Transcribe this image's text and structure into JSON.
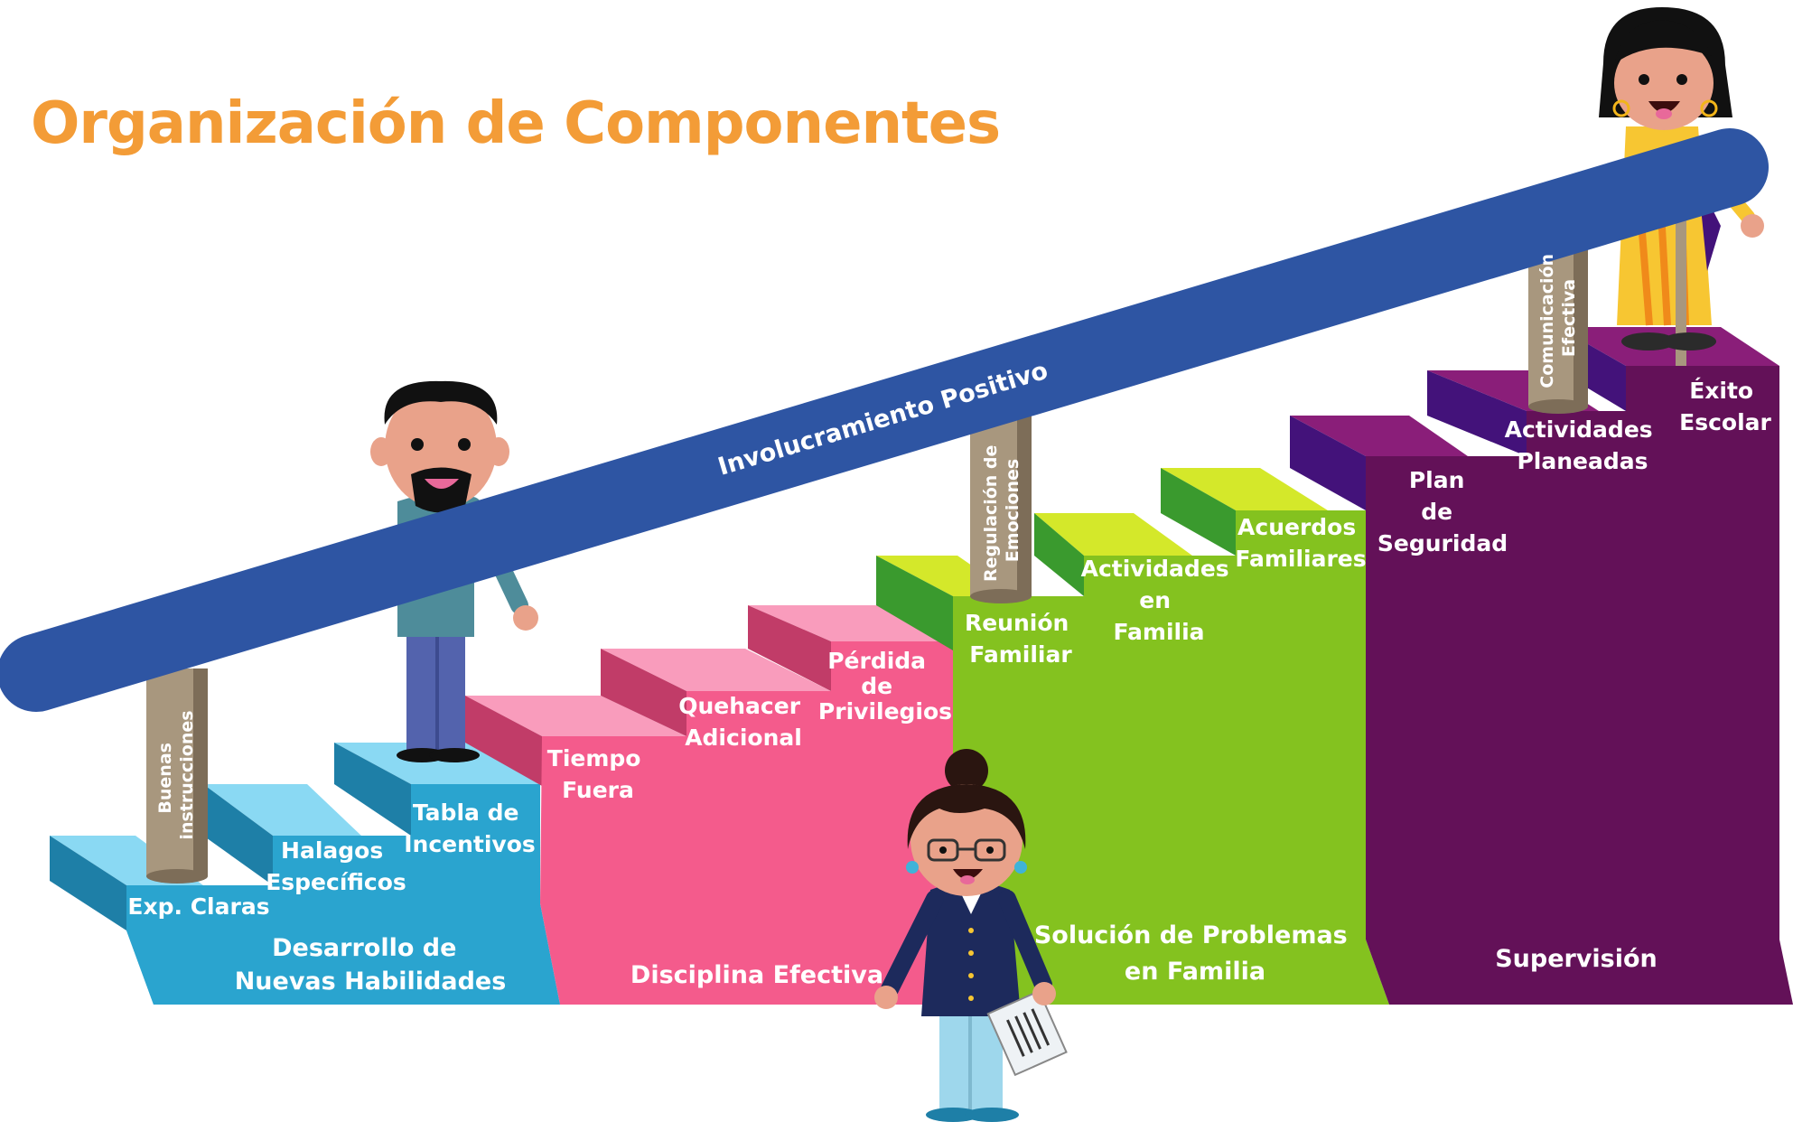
{
  "title": "Organización de Componentes",
  "beam": {
    "label": "Involucramiento  Positivo"
  },
  "pillars": [
    {
      "line1": "Buenas",
      "line2": "instrucciones"
    },
    {
      "line1": "Regulación de",
      "line2": "Emociones"
    },
    {
      "line1": "Comunicación",
      "line2": "Efectiva"
    }
  ],
  "groups": [
    {
      "name": "Desarrollo de Nuevas Habilidades",
      "line1": "Desarrollo de",
      "line2": "Nuevas Habilidades",
      "color": "#2ba7d0",
      "steps": [
        [
          "Exp. Claras"
        ],
        [
          "Halagos",
          "Específicos"
        ],
        [
          "Tabla de",
          "Incentivos"
        ]
      ]
    },
    {
      "name": "Disciplina Efectiva",
      "line1": "Disciplina Efectiva",
      "color": "#f45b8c",
      "steps": [
        [
          "Tiempo",
          "Fuera"
        ],
        [
          "Quehacer",
          "Adicional"
        ],
        [
          "Pérdida",
          "de",
          "Privilegios"
        ]
      ]
    },
    {
      "name": "Solución de Problemas en Familia",
      "line1": "Solución de  Problemas",
      "line2": "en Familia",
      "color": "#84c21f",
      "steps": [
        [
          "Reunión",
          "Familiar"
        ],
        [
          "Actividades",
          "en",
          "Familia"
        ],
        [
          "Acuerdos",
          "Familiares"
        ]
      ]
    },
    {
      "name": "Supervisión",
      "line1": "Supervisión",
      "color": "#631158",
      "steps": [
        [
          "Plan",
          "de",
          "Seguridad"
        ],
        [
          "Actividades",
          "Planeadas"
        ],
        [
          "Éxito",
          "Escolar"
        ]
      ]
    }
  ],
  "characters": [
    "father",
    "mother",
    "grandmother"
  ]
}
